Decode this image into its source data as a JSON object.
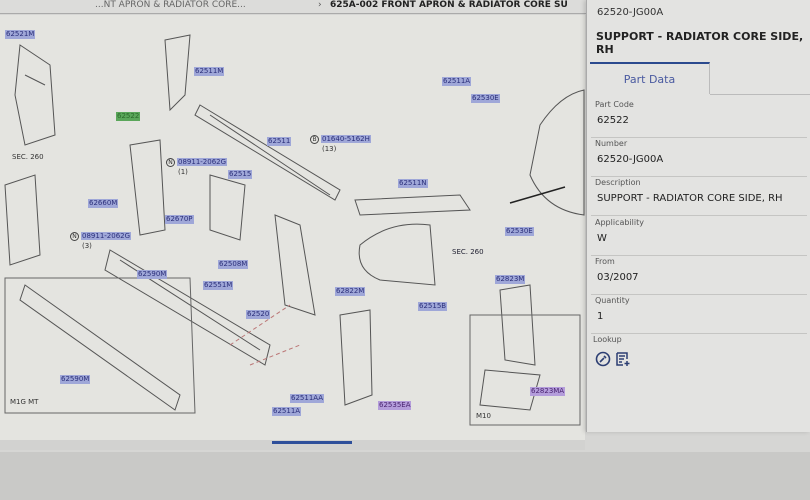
{
  "breadcrumb": {
    "parent": "...NT APRON & RADIATOR CORE...",
    "separator": "›",
    "current": "625A-002 FRONT APRON & RADIATOR CORE SU"
  },
  "diagram": {
    "labels": [
      {
        "text": "62521M"
      },
      {
        "text": "62511M"
      },
      {
        "text": "62511A"
      },
      {
        "text": "62530E"
      },
      {
        "text": "62511"
      },
      {
        "text": "01640-5162H",
        "marker": "B",
        "qty": "(13)"
      },
      {
        "text": "08911-2062G",
        "marker": "N",
        "qty": "(1)"
      },
      {
        "text": "62515"
      },
      {
        "text": "62511N"
      },
      {
        "text": "62660M"
      },
      {
        "text": "62670P"
      },
      {
        "text": "62530E"
      },
      {
        "text": "08911-2062G",
        "marker": "N",
        "qty": "(3)"
      },
      {
        "text": "62508M"
      },
      {
        "text": "62590M"
      },
      {
        "text": "62551M"
      },
      {
        "text": "62822M"
      },
      {
        "text": "62823M"
      },
      {
        "text": "62515B"
      },
      {
        "text": "62520"
      },
      {
        "text": "62590M"
      },
      {
        "text": "62511AA"
      },
      {
        "text": "62535EA"
      },
      {
        "text": "62823MA"
      },
      {
        "text": "62511A"
      },
      {
        "text": "62522"
      }
    ],
    "sec_ref": "SEC. 260",
    "sec_left": "SEC. 260",
    "variant_left": "M1G  MT",
    "variant_right": "M10"
  },
  "panel": {
    "number_header": "62520-JG00A",
    "title": "SUPPORT - RADIATOR CORE SIDE, RH",
    "tab": "Part Data",
    "fields": [
      {
        "label": "Part Code",
        "value": "62522"
      },
      {
        "label": "Number",
        "value": "62520-JG00A"
      },
      {
        "label": "Description",
        "value": "SUPPORT - RADIATOR CORE SIDE, RH"
      },
      {
        "label": "Applicability",
        "value": "W"
      },
      {
        "label": "From",
        "value": "03/2007"
      },
      {
        "label": "Quantity",
        "value": "1"
      }
    ],
    "lookup_label": "Lookup",
    "lookup_icons": [
      "search-tool-icon",
      "add-to-list-icon"
    ]
  }
}
